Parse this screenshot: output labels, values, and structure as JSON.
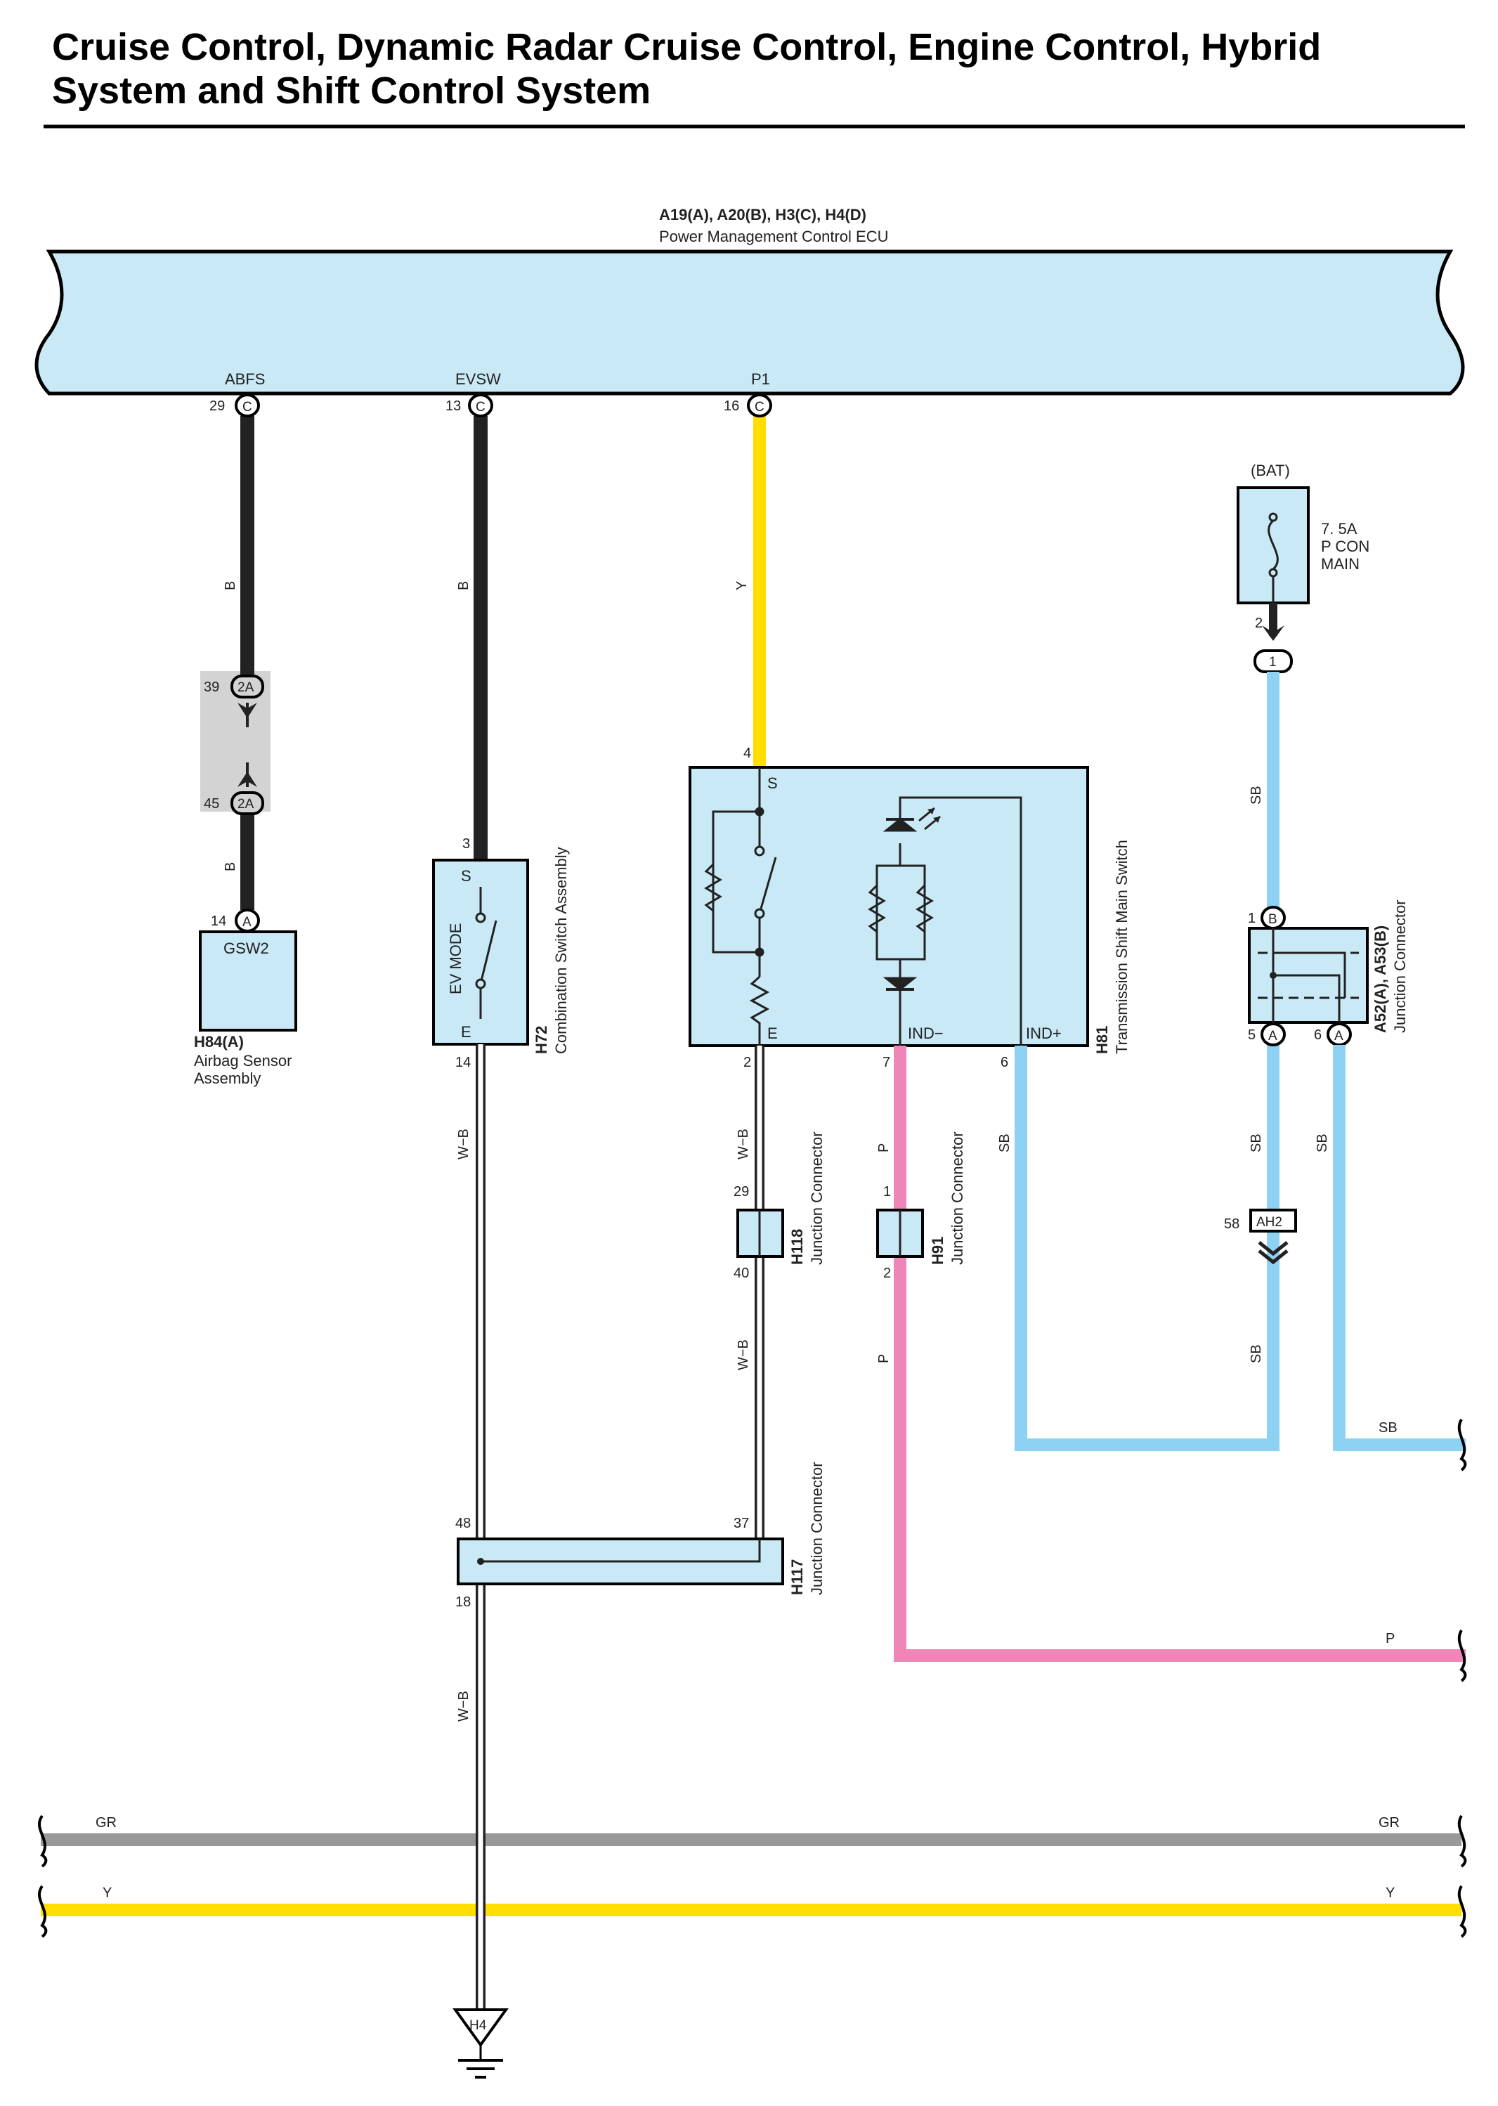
{
  "title": {
    "line1": "Cruise Control, Dynamic Radar Cruise Control, Engine Control, Hybrid",
    "line2": "System and Shift Control System"
  },
  "ecu": {
    "codes": "A19(A), A20(B), H3(C), H4(D)",
    "name": "Power Management Control ECU",
    "terminals": [
      {
        "label": "ABFS",
        "pin": "29",
        "letter": "C"
      },
      {
        "label": "EVSW",
        "pin": "13",
        "letter": "C"
      },
      {
        "label": "P1",
        "pin": "16",
        "letter": "C"
      }
    ]
  },
  "connector_2A": {
    "pin_top": "39",
    "pin_bottom": "45",
    "letter": "2A"
  },
  "airbag_sensor": {
    "pin": "14",
    "letter": "A",
    "terminal": "GSW2",
    "code": "H84(A)",
    "desc_line1": "Airbag Sensor",
    "desc_line2": "Assembly"
  },
  "combination_switch": {
    "pin_in": "3",
    "pin_out": "14",
    "terminal_in": "S",
    "terminal_out": "E",
    "mode": "EV MODE",
    "code": "H72",
    "desc": "Combination Switch Assembly"
  },
  "shift_switch": {
    "pin_s": "4",
    "pin_e": "2",
    "pin_ind_minus": "7",
    "pin_ind_plus": "6",
    "t_s": "S",
    "t_e": "E",
    "t_ind_minus": "IND−",
    "t_ind_plus": "IND+",
    "code": "H81",
    "desc": "Transmission Shift Main Switch"
  },
  "fuse": {
    "source": "(BAT)",
    "rating": "7. 5A",
    "name_line1": "P CON",
    "name_line2": "MAIN",
    "pin": "2",
    "conn": "1"
  },
  "jc_a52": {
    "pin_in": "1",
    "letter_in": "B",
    "pin_out1": "5",
    "pin_out2": "6",
    "letter_out": "A",
    "code": "A52(A), A53(B)",
    "desc": "Junction Connector"
  },
  "h118": {
    "pin_top": "29",
    "pin_bottom": "40",
    "code": "H118",
    "desc": "Junction Connector"
  },
  "h91": {
    "pin_top": "1",
    "pin_bottom": "2",
    "code": "H91",
    "desc": "Junction Connector"
  },
  "h117": {
    "pin_left": "48",
    "pin_right": "37",
    "pin_bottom": "18",
    "code": "H117",
    "desc": "Junction Connector"
  },
  "ah2": {
    "pin": "58",
    "label": "AH2"
  },
  "ground": {
    "label": "H4"
  },
  "wire_colors": {
    "b": "B",
    "y": "Y",
    "sb": "SB",
    "wb": "W−B",
    "p": "P",
    "gr": "GR"
  },
  "colors": {
    "ecu_fill": "#c9e9f6",
    "wire_black": "#222222",
    "wire_yellow": "#ffde00",
    "wire_sky_blue": "#8dd2f2",
    "wire_pink": "#ef86b8",
    "wire_gray": "#999999",
    "wire_white_black": "#ffffff"
  }
}
